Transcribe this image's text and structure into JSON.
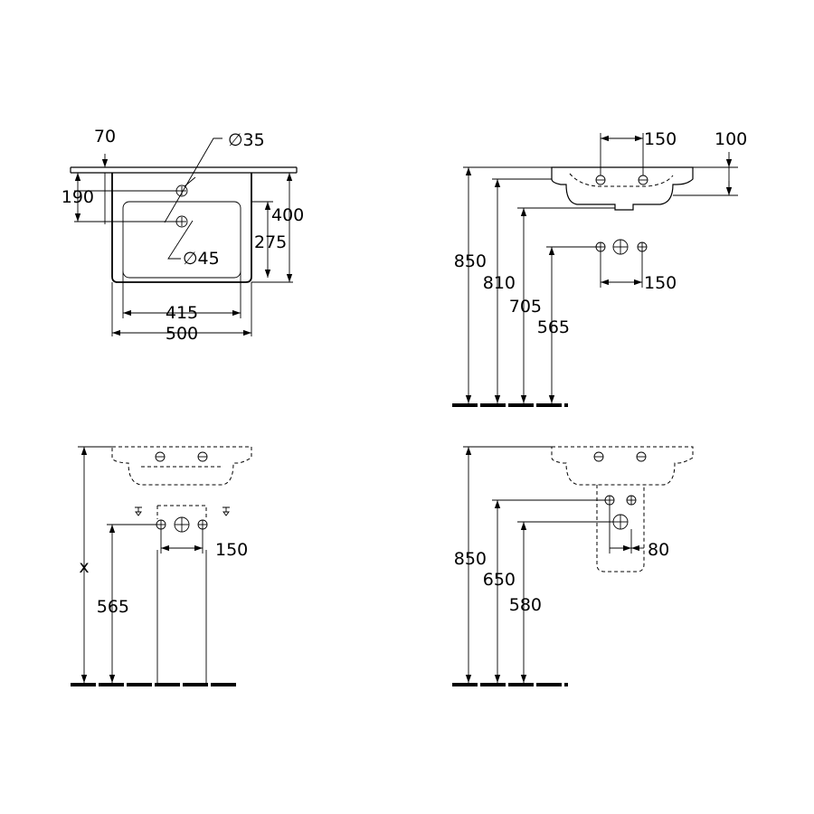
{
  "top_view": {
    "offset_70": "70",
    "dia_35": "∅35",
    "dim_190": "190",
    "dim_400": "400",
    "dim_275": "275",
    "dia_45": "∅45",
    "width_415": "415",
    "width_500": "500"
  },
  "side_view": {
    "tap_spacing_top": "150",
    "depth_100": "100",
    "height_850": "850",
    "height_810": "810",
    "height_705": "705",
    "height_565": "565",
    "outlet_spacing": "150"
  },
  "pedestal_view": {
    "height_x": "x",
    "height_565": "565",
    "spacing_150": "150"
  },
  "semi_pedestal_view": {
    "height_850": "850",
    "height_650": "650",
    "height_580": "580",
    "offset_80": "80"
  }
}
